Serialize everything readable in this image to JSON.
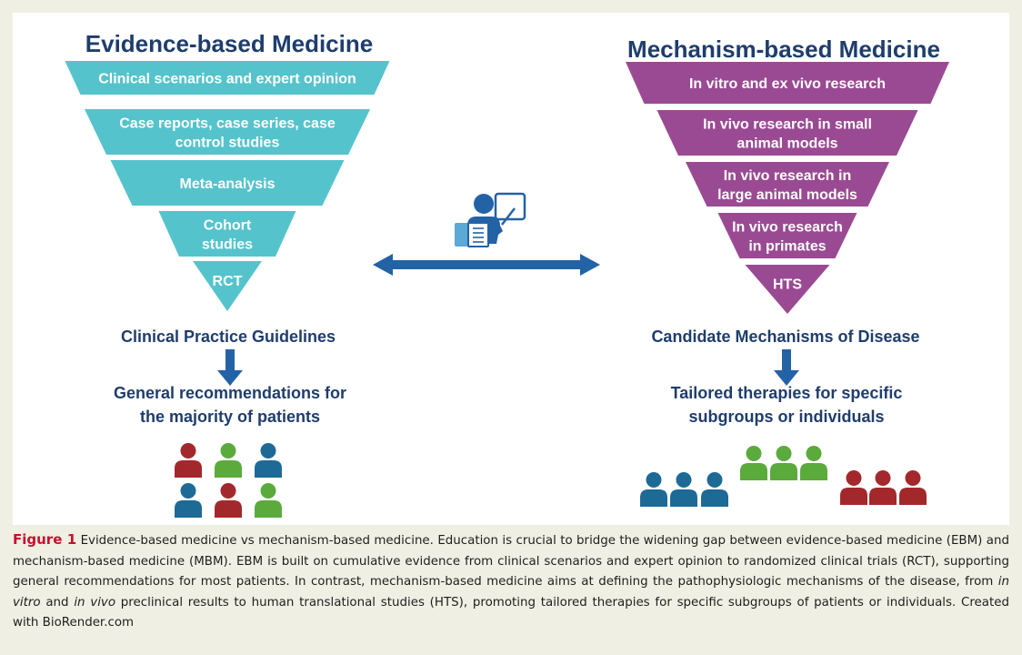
{
  "colors": {
    "ebm_teal": "#55c3cc",
    "mbm_purple": "#9a4a92",
    "title_navy": "#1f3d6d",
    "arrow_blue": "#2462a6",
    "person_red": "#a3282c",
    "person_green": "#5aab3c",
    "person_blue": "#1d6a97",
    "figure_red": "#c8102e"
  },
  "ebm": {
    "title": "Evidence-based Medicine",
    "levels": [
      [
        "Clinical scenarios and expert opinion"
      ],
      [
        "Case reports, case series, case",
        "control studies"
      ],
      [
        "Meta-analysis"
      ],
      [
        "Cohort",
        "studies"
      ],
      [
        "RCT"
      ]
    ],
    "outcome": "Clinical Practice Guidelines",
    "result": [
      "General recommendations for",
      "the majority of patients"
    ],
    "people": [
      "red",
      "green",
      "blue",
      "blue",
      "red",
      "green"
    ]
  },
  "mbm": {
    "title": "Mechanism-based Medicine",
    "levels": [
      [
        "In vitro and ex vivo research"
      ],
      [
        "In vivo research in small",
        "animal models"
      ],
      [
        "In vivo research in",
        "large animal models"
      ],
      [
        "In vivo research",
        "in primates"
      ],
      [
        "HTS"
      ]
    ],
    "outcome": "Candidate Mechanisms of Disease",
    "result": [
      "Tailored therapies for specific",
      "subgroups or individuals"
    ],
    "people_groups": [
      "blue",
      "green",
      "red"
    ]
  },
  "center": {
    "icon": "teacher-presentation-icon",
    "connector": "double-headed-arrow"
  },
  "caption": {
    "label": "Figure 1",
    "parts": [
      {
        "text": " Evidence-based medicine vs mechanism-based medicine. Education is crucial to bridge the widening gap between evidence-based medicine (EBM) and mechanism-based medicine (MBM). EBM is built on cumulative evidence from clinical scenarios and expert opinion to randomized clinical trials (RCT), supporting general recommendations for most patients. In contrast, mechanism-based medicine aims at defining the pathophysiologic mechanisms of the disease, from ",
        "italic": false
      },
      {
        "text": "in vitro",
        "italic": true
      },
      {
        "text": " and ",
        "italic": false
      },
      {
        "text": "in vivo",
        "italic": true
      },
      {
        "text": " preclinical results to human translational studies (HTS), promoting tailored therapies for specific subgroups of patients or individuals. Created with BioRender.com",
        "italic": false
      }
    ]
  }
}
